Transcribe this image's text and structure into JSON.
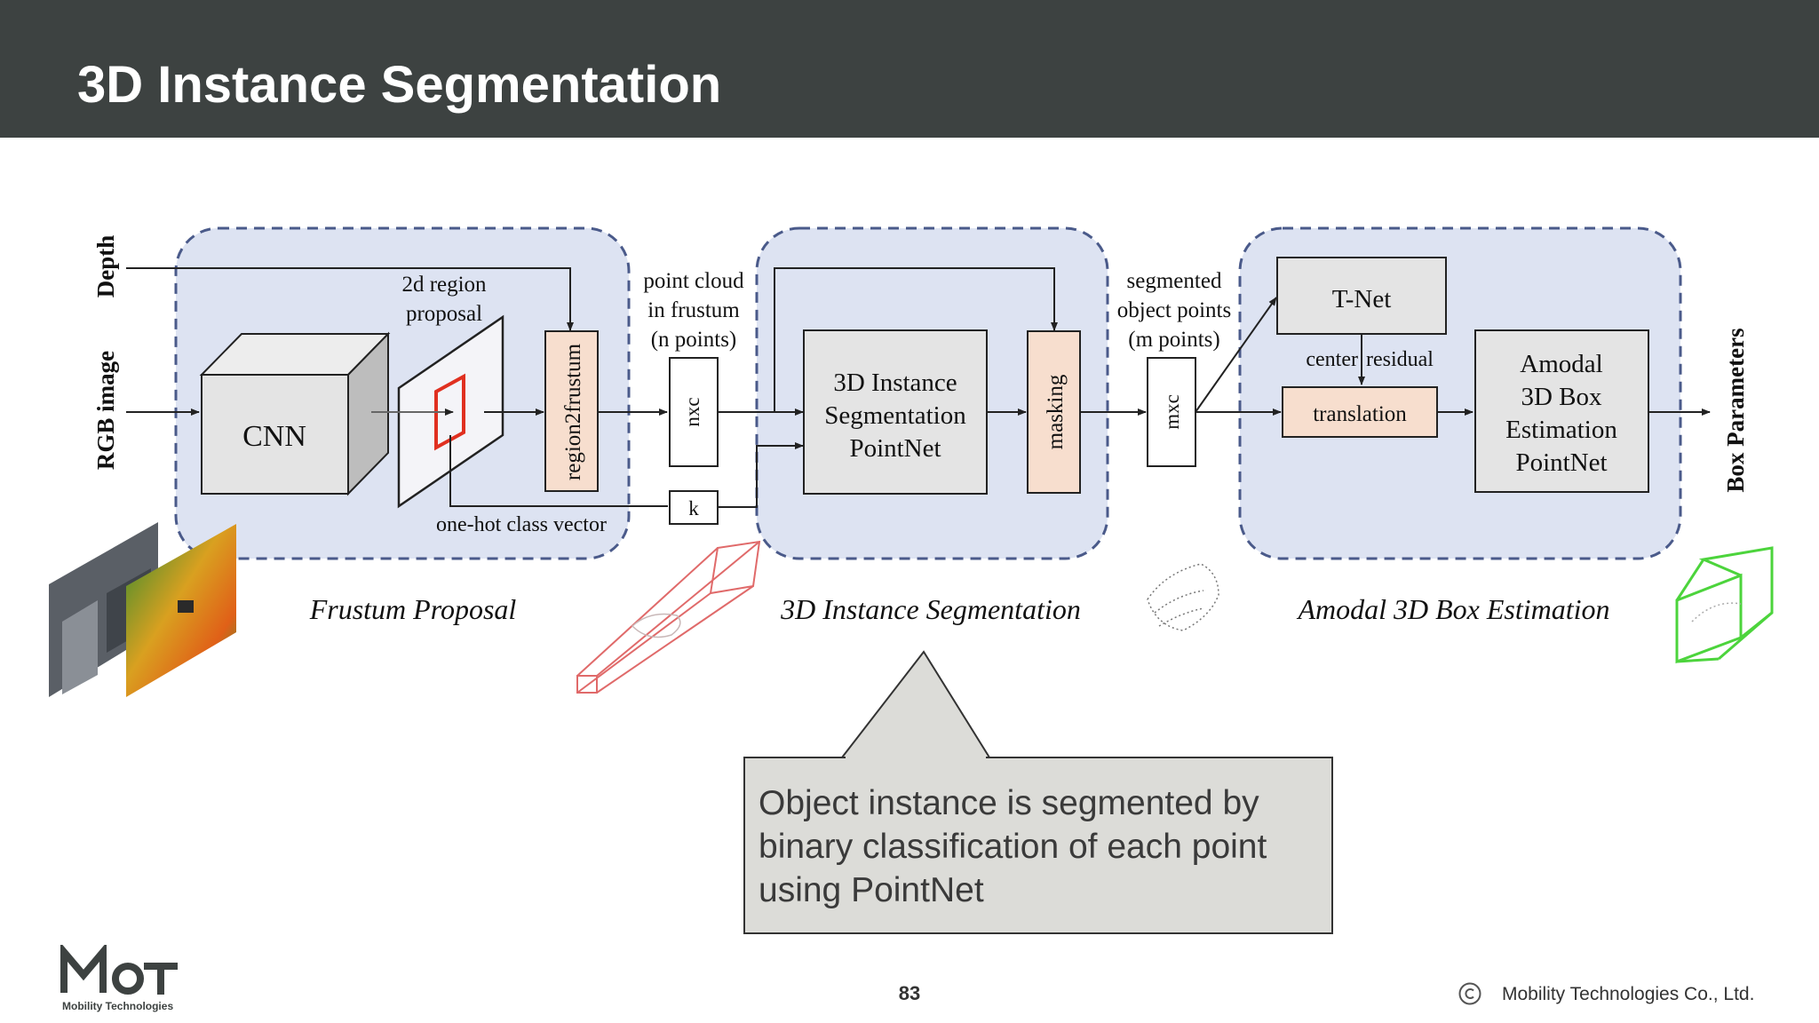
{
  "slide": {
    "title": "3D Instance Segmentation",
    "page_number": "83",
    "copyright": "Mobility Technologies Co., Ltd.",
    "logo_caption": "Mobility Technologies"
  },
  "diagram": {
    "inputs": {
      "depth": "Depth",
      "rgb": "RGB image"
    },
    "frustum": {
      "cnn": "CNN",
      "region_proposal_line1": "2d region",
      "region_proposal_line2": "proposal",
      "region2frustum": "region2frustum",
      "one_hot": "one-hot class vector",
      "caption": "Frustum Proposal"
    },
    "point_cloud": {
      "line1": "point cloud",
      "line2": "in frustum",
      "line3": "(n points)",
      "nxc": "nxc",
      "k": "k"
    },
    "segmentation": {
      "pointnet_line1": "3D Instance",
      "pointnet_line2": "Segmentation",
      "pointnet_line3": "PointNet",
      "masking": "masking",
      "caption": "3D Instance Segmentation"
    },
    "segmented": {
      "line1": "segmented",
      "line2": "object points",
      "line3": "(m points)",
      "mxc": "mxc"
    },
    "box": {
      "tnet": "T-Net",
      "center": "center",
      "residual": "residual",
      "translation": "translation",
      "pointnet_line1": "Amodal",
      "pointnet_line2": "3D Box",
      "pointnet_line3": "Estimation",
      "pointnet_line4": "PointNet",
      "caption": "Amodal 3D Box Estimation"
    },
    "output": "Box Parameters",
    "colors": {
      "stage_fill": "#dde3f2",
      "stage_border": "#4a5a8a",
      "block_fill": "#e4e4e4",
      "accent_fill": "#f7dece",
      "callout_fill": "#dcdcd8"
    }
  },
  "callout": {
    "line1": "Object instance is segmented by",
    "line2": "binary classification of each point",
    "line3": "using PointNet"
  }
}
